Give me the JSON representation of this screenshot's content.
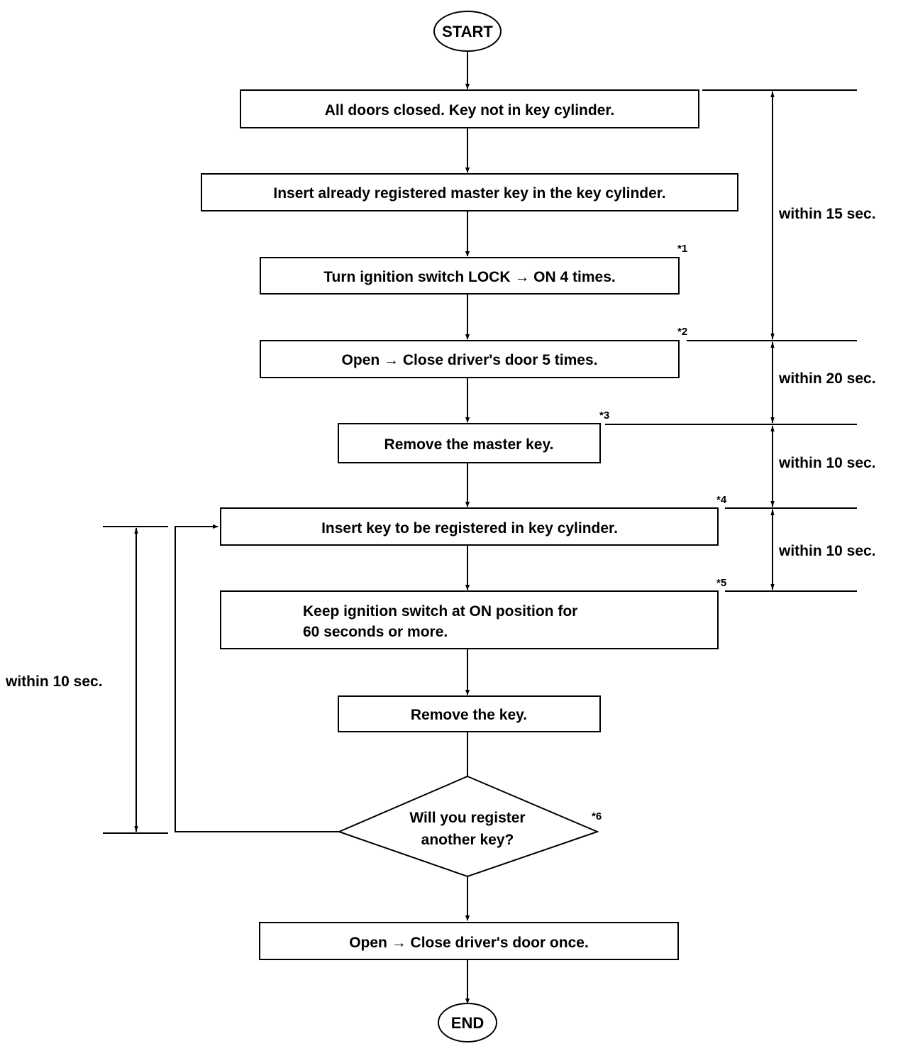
{
  "terminals": {
    "start": "START",
    "end": "END"
  },
  "steps": {
    "s1": "All doors closed.  Key not in key cylinder.",
    "s2": "Insert already registered master key in the key cylinder.",
    "s3": "Turn ignition switch   LOCK → ON 4 times.",
    "s4": "Open → Close driver's door 5 times.",
    "s5": "Remove the master key.",
    "s6": "Insert key to be registered in key cylinder.",
    "s7_line1": "Keep ignition switch at ON position for",
    "s7_line2": "60 seconds or more.",
    "s8": "Remove the key.",
    "s10": "Open → Close driver's door once."
  },
  "decision": {
    "line1": "Will you register",
    "line2": "another key?"
  },
  "notes": {
    "n1": "*1",
    "n2": "*2",
    "n3": "*3",
    "n4": "*4",
    "n5": "*5",
    "n6": "*6"
  },
  "timings": {
    "t15": "within 15 sec.",
    "t20": "within 20 sec.",
    "t10a": "within 10 sec.",
    "t10b": "within 10 sec.",
    "t10loop": "within 10 sec."
  }
}
